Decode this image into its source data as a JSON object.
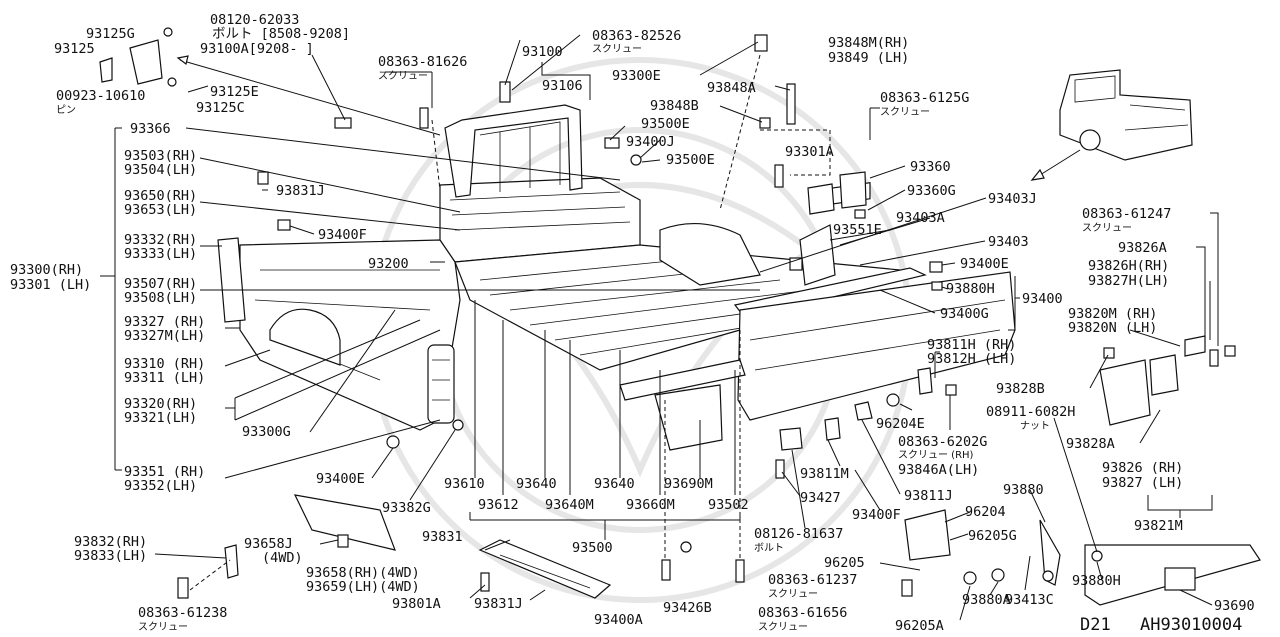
{
  "labels": {
    "l93125G": "93125G",
    "l08120": "08120-62033",
    "l_bolt_range": "ボルト [8508-9208]",
    "l93125": "93125",
    "l93100A": "93100A[9208-  ]",
    "l00923": "00923-10610",
    "l_pin": "ピン",
    "l93125E": "93125E",
    "l93125C": "93125C",
    "l08363_81626": "08363-81626",
    "l08363_82526": "08363-82526",
    "l93100": "93100",
    "l93106": "93106",
    "l93300E": "93300E",
    "l93848M": "93848M(RH)",
    "l93849": "93849 (LH)",
    "l93848A": "93848A",
    "l93848B": "93848B",
    "l93500E_a": "93500E",
    "l93400J": "93400J",
    "l93500E_b": "93500E",
    "l08363_6125G": "08363-6125G",
    "l93301A": "93301A",
    "l93360": "93360",
    "l93360G": "93360G",
    "l93403J": "93403J",
    "l93403A": "93403A",
    "l93551E": "93551E",
    "l93403": "93403",
    "l93400E_a": "93400E",
    "l93880H_a": "93880H",
    "l93400": "93400",
    "l93400G": "93400G",
    "l93366": "93366",
    "l93503": "93503(RH)",
    "l93504": "93504(LH)",
    "l93831J_a": "93831J",
    "l93650": "93650(RH)",
    "l93653": "93653(LH)",
    "l93400F_a": "93400F",
    "l93332": "93332(RH)",
    "l93333": "93333(LH)",
    "l93300": "93300(RH)",
    "l93301": "93301 (LH)",
    "l93200": "93200",
    "l93507": "93507(RH)",
    "l93508": "93508(LH)",
    "l93327": "93327  (RH)",
    "l93327M": "93327M(LH)",
    "l93310": "93310 (RH)",
    "l93311": "93311 (LH)",
    "l93320": "93320(RH)",
    "l93321": "93321(LH)",
    "l93300G": "93300G",
    "l93351": "93351 (RH)",
    "l93352": "93352(LH)",
    "l93400E_b": "93400E",
    "l93382G": "93382G",
    "l93610": "93610",
    "l93612": "93612",
    "l93640_a": "93640",
    "l93640M": "93640M",
    "l93640_b": "93640",
    "l93660M": "93660M",
    "l93690M": "93690M",
    "l93502": "93502",
    "l93811H": "93811H (RH)",
    "l93812H": "93812H (LH)",
    "l96204E": "96204E",
    "l08363_6202G": "08363-6202G",
    "l_screw_rh": "スクリュー (RH)",
    "l93846A": "93846A(LH)",
    "l93811M": "93811M",
    "l93427": "93427",
    "l93811J": "93811J",
    "l93400F_b": "93400F",
    "l08126": "08126-81637",
    "l_bolt": "ボルト",
    "l93831_a": "93831",
    "l93500": "93500",
    "l93832": "93832(RH)",
    "l93833": "93833(LH)",
    "l93658J": "93658J",
    "l_4wd": "(4WD)",
    "l93658": "93658(RH)(4WD)",
    "l93659": "93659(LH)(4WD)",
    "l08363_61238": "08363-61238",
    "l93801A": "93801A",
    "l93831J_b": "93831J",
    "l93400A": "93400A",
    "l93426B": "93426B",
    "l08363_61656": "08363-61656",
    "l93880": "93880",
    "l96204": "96204",
    "l96205G": "96205G",
    "l96205": "96205",
    "l08363_61237": "08363-61237",
    "l96205A": "96205A",
    "l93880A": "93880A",
    "l93413C": "93413C",
    "l93880H_b": "93880H",
    "l93690": "93690",
    "l08363_61247": "08363-61247",
    "l93826A": "93826A",
    "l93826H": "93826H(RH)",
    "l93827H": "93827H(LH)",
    "l93820M": "93820M (RH)",
    "l93820N": "93820N (LH)",
    "l93828B": "93828B",
    "l08911": "08911-6082H",
    "l_nut": "ナット",
    "l93828A": "93828A",
    "l93826": "93826 (RH)",
    "l93827": "93827 (LH)",
    "l93821M": "93821M",
    "screw": "スクリュー",
    "footer_model": "D21",
    "footer_code": "AH93010004"
  }
}
